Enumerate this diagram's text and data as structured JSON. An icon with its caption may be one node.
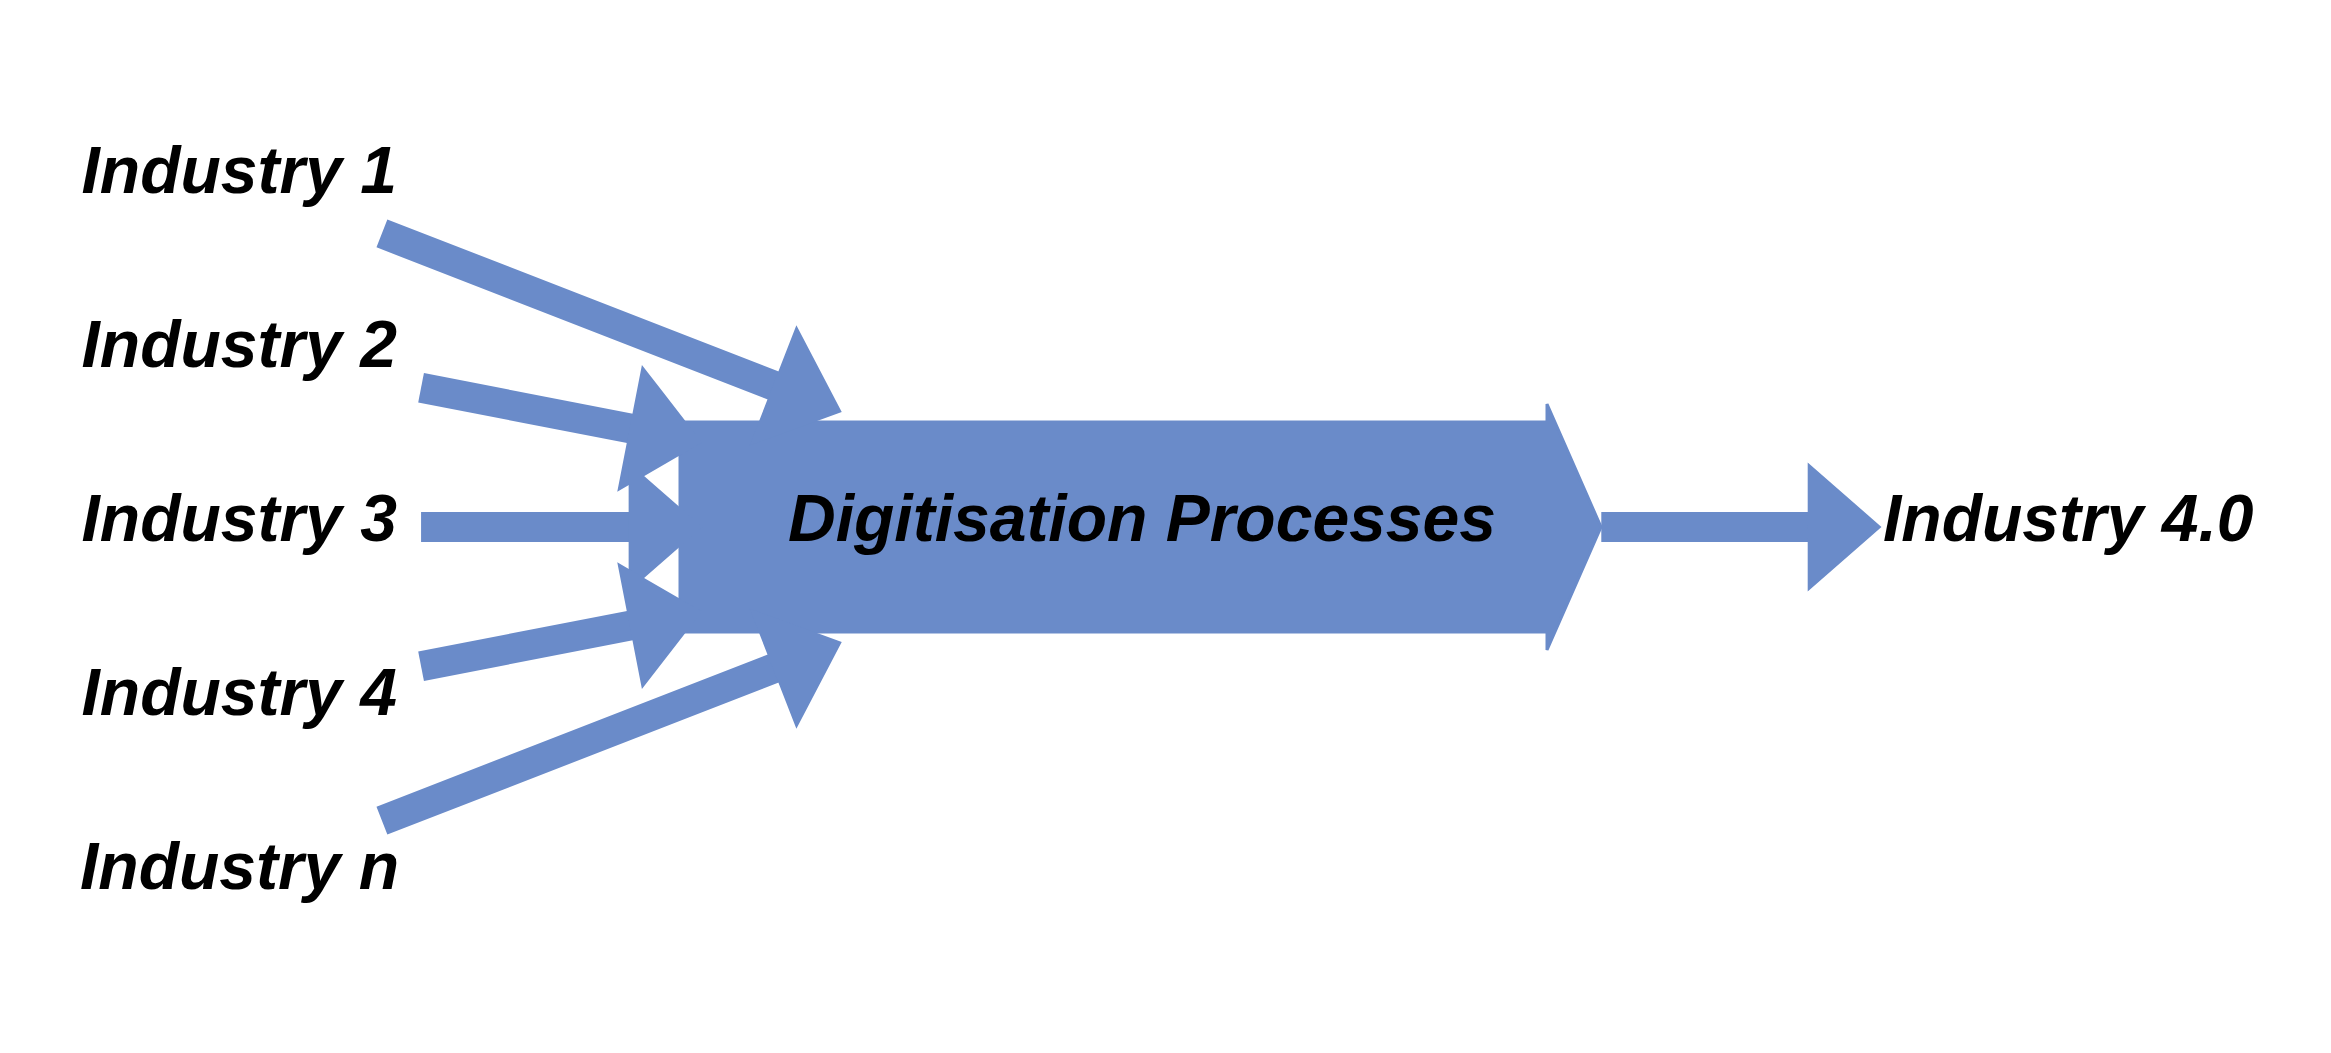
{
  "diagram": {
    "nodes": [
      {
        "text": [
          "Industry 1"
        ]
      },
      {
        "text": [
          "Industry 2"
        ]
      },
      {
        "text": [
          "Industry 3"
        ]
      },
      {
        "text": [
          "Industry 4"
        ]
      },
      {
        "text": [
          "Industry n"
        ]
      },
      {
        "text": [
          "Digitisation Processes"
        ]
      },
      {
        "text": [
          "Industry 4.0"
        ]
      }
    ],
    "edges": [
      {
        "from": 0,
        "to": 5,
        "arrow": "to"
      },
      {
        "from": 1,
        "to": 5,
        "arrow": "to"
      },
      {
        "from": 2,
        "to": 5,
        "arrow": "to"
      },
      {
        "from": 3,
        "to": 5,
        "arrow": "to"
      },
      {
        "from": 4,
        "to": 5,
        "arrow": "to"
      },
      {
        "from": 5,
        "to": 6,
        "arrow": "to"
      }
    ]
  }
}
